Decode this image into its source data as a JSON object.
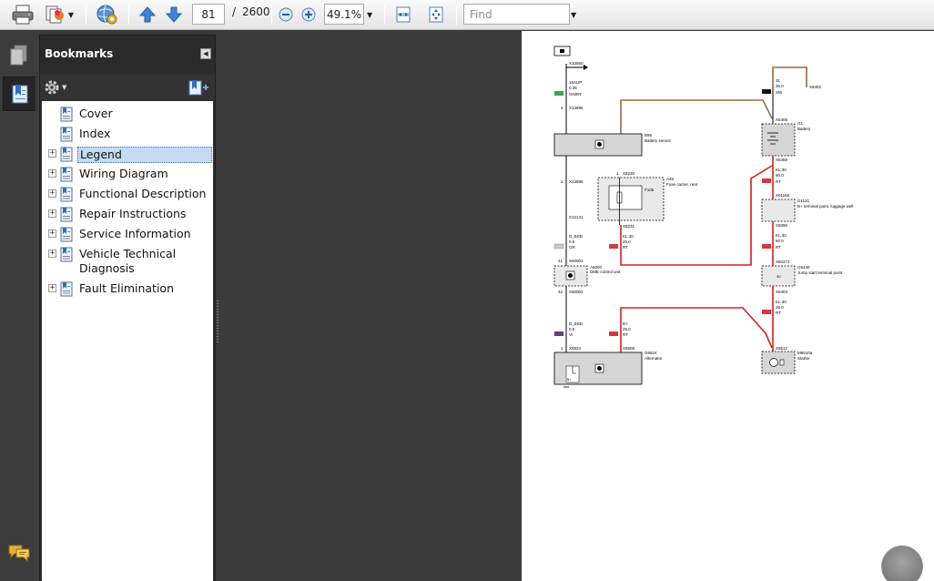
{
  "toolbar": {
    "page_current": "81",
    "page_separator": "/",
    "page_total": "2600",
    "zoom": "49.1%",
    "find_placeholder": "Find",
    "icons": [
      "print-icon",
      "pages-icon",
      "globe-settings-icon",
      "arrow-up-icon",
      "arrow-down-icon",
      "zoom-out-icon",
      "zoom-in-icon",
      "fit-width-icon",
      "fit-page-icon"
    ]
  },
  "bookmarks": {
    "title": "Bookmarks",
    "items": [
      {
        "label": "Cover",
        "expandable": false
      },
      {
        "label": "Index",
        "expandable": false
      },
      {
        "label": "Legend",
        "expandable": true,
        "selected": true
      },
      {
        "label": "Wiring Diagram",
        "expandable": true
      },
      {
        "label": "Functional Description",
        "expandable": true
      },
      {
        "label": "Repair Instructions",
        "expandable": true
      },
      {
        "label": "Service Information",
        "expandable": true
      },
      {
        "label": "Vehicle Technical",
        "label2": "Diagnosis",
        "expandable": true
      },
      {
        "label": "Fault Elimination",
        "expandable": true
      }
    ]
  },
  "diagram": {
    "labels": {
      "x10550": "X10550",
      "w15aup": "15AUP",
      "w035": "0.35",
      "gnrt": "GN/RT",
      "x13895a": "X13895",
      "pin3": "3",
      "b95": "B95",
      "battery_sensor": "Battery sensor",
      "pin1a": "1",
      "x13895b": "X13895",
      "pin1b": "1",
      "x8230": "X8230",
      "a46": "A46",
      "fuse_carrier": "Fuse carrier, rear",
      "f105": "F105",
      "x12141": "X12141",
      "x8231": "X8231",
      "d_bsd1": "D_BSD",
      "w05a": "0.5",
      "gr": "GR",
      "kl30a": "KL.30",
      "w250a": "25.0",
      "rta": "RT",
      "pin41": "41",
      "a6000": "A6000",
      "dme": "DME control unit",
      "pin42": "42",
      "x60002": "X60002",
      "x60001": "X60001",
      "d_bsd2": "D_BSD",
      "w05b": "0.5",
      "vi": "VI",
      "bplus": "B+",
      "w250b": "25.0",
      "rtb": "RT",
      "pin1c": "1",
      "x6524": "X6524",
      "x6509": "X6509",
      "g6524": "G6524",
      "alternator": "Alternator",
      "w31": "31",
      "w350": "35.0",
      "sw": "SW",
      "x8402": "X8402",
      "x6406": "X6406",
      "g1": "G1",
      "battery": "Battery",
      "x6359": "X6359",
      "kl30b": "KL.30",
      "w600a": "60.0",
      "rtc": "RT",
      "x01165": "X01165",
      "g1121": "G1121",
      "bplus_terminal": "B+ terminal point, luggage well",
      "x6090": "X6090",
      "kl30c": "KL.30",
      "w600b": "60.0",
      "rtd": "RT",
      "x60272": "X60272",
      "g6430": "G6430",
      "jump_start": "Jump start terminal point",
      "x6404": "X6404",
      "kl30d": "KL.30",
      "w250c": "25.0",
      "rte": "RT",
      "x6512": "X6512",
      "m6510a": "M6510a",
      "starter": "Starter",
      "alt_box_label": "B+"
    },
    "colors": {
      "red_wire": "#d42020",
      "brown_wire": "#9a6a3a",
      "component_fill": "#d6d6d6",
      "swatch_green": "#3fa34a",
      "swatch_gray": "#c8c8c8",
      "swatch_red": "#d9363e",
      "swatch_violet": "#6b3a7a",
      "swatch_black": "#111111"
    }
  }
}
